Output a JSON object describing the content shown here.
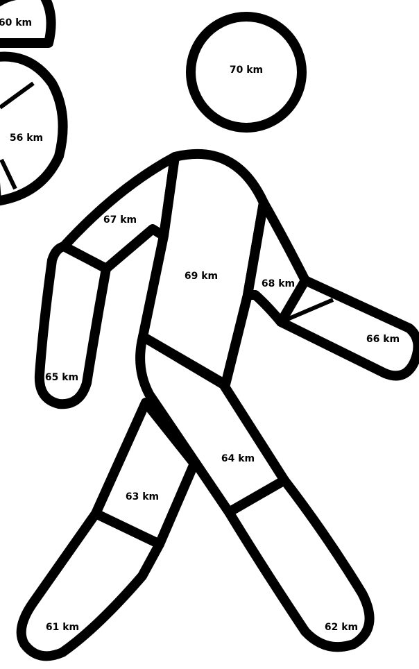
{
  "colors": {
    "outline": "#000000",
    "fill": "#ffffff"
  },
  "labels": {
    "top_left_partial": "60 km",
    "left_partial": "56 km",
    "head": "70 km",
    "torso": "69 km",
    "back_upper_arm": "67 km",
    "back_forearm": "65 km",
    "front_upper_arm": "68 km",
    "front_forearm": "66 km",
    "front_thigh": "64 km",
    "front_shin": "62 km",
    "back_thigh": "63 km",
    "back_shin": "61 km"
  }
}
